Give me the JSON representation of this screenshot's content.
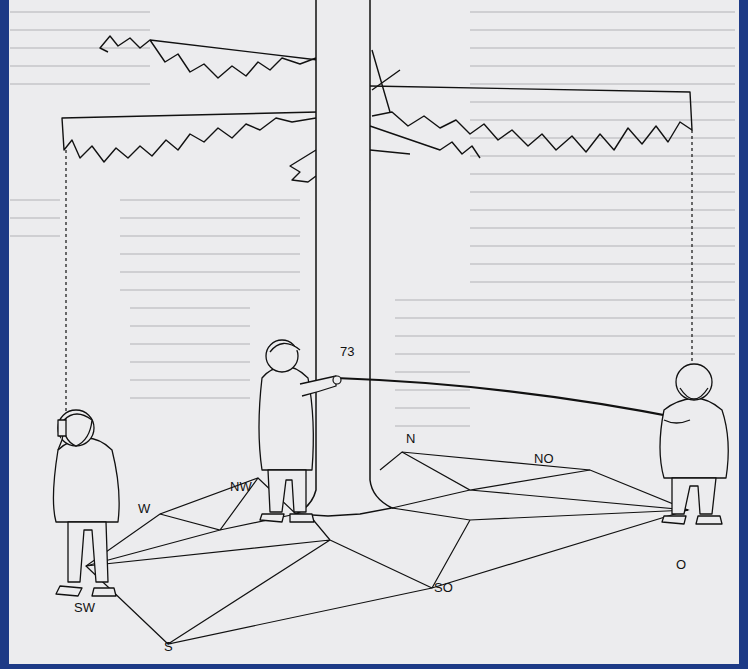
{
  "diagram": {
    "labels": [
      "73",
      "NW",
      "N",
      "NO",
      "W",
      "O",
      "SW",
      "S",
      "SO"
    ]
  }
}
